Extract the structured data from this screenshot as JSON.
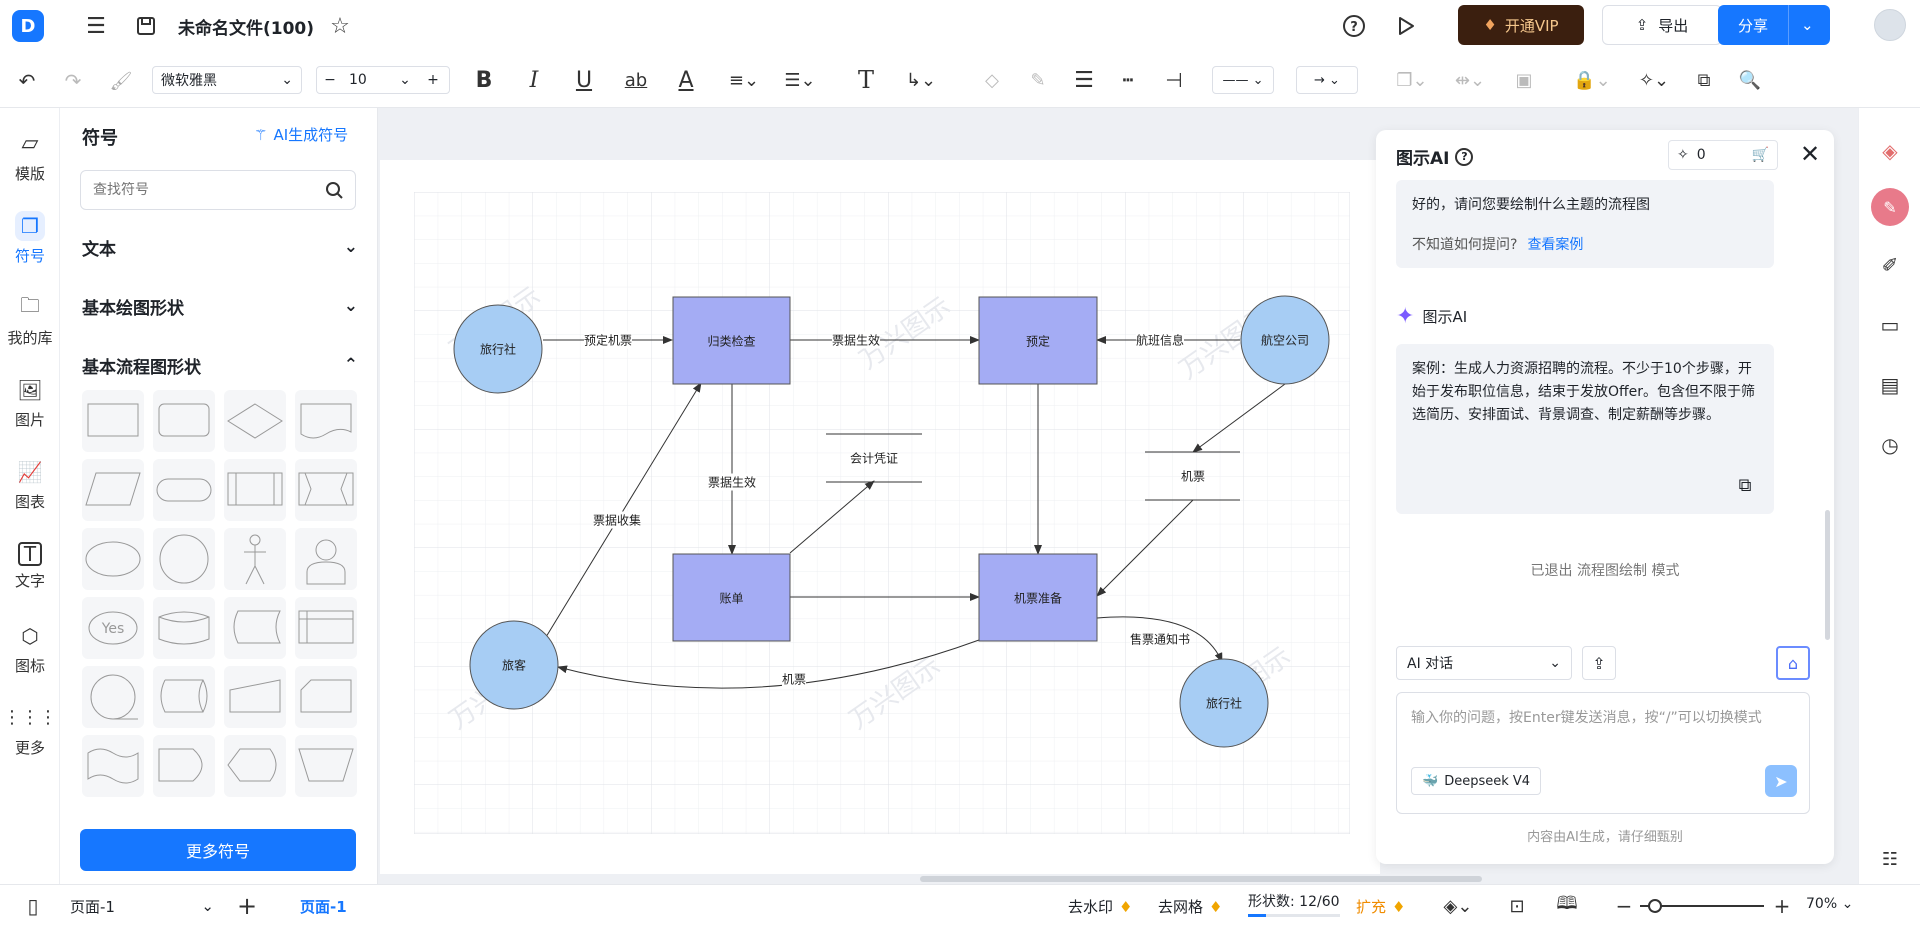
{
  "header": {
    "file_title": "未命名文件(100)",
    "vip_label": "开通VIP",
    "export_label": "导出",
    "share_label": "分享"
  },
  "toolbar": {
    "font_name": "微软雅黑",
    "font_size": "10"
  },
  "leftnav": {
    "items": [
      {
        "label": "模版"
      },
      {
        "label": "符号"
      },
      {
        "label": "我的库"
      },
      {
        "label": "图片"
      },
      {
        "label": "图表"
      },
      {
        "label": "文字"
      },
      {
        "label": "图标"
      },
      {
        "label": "更多"
      }
    ]
  },
  "symbols": {
    "title": "符号",
    "ai_gen": "AI生成符号",
    "search_placeholder": "查找符号",
    "sections": [
      "文本",
      "基本绘图形状",
      "基本流程图形状"
    ],
    "yes_label": "Yes",
    "more_button": "更多符号"
  },
  "diagram": {
    "nodes": {
      "travel_agency_1": "旅行社",
      "sort_check": "归类检查",
      "booking": "预定",
      "airline": "航空公司",
      "voucher": "会计凭证",
      "ticket_store": "机票",
      "bill": "账单",
      "ticket_prep": "机票准备",
      "passenger": "旅客",
      "travel_agency_2": "旅行社"
    },
    "edges": {
      "e1": "预定机票",
      "e2": "票据生效",
      "e3": "航班信息",
      "e4": "票据生效",
      "e5": "票据收集",
      "e6": "机票",
      "e7": "售票通知书"
    },
    "watermark": "万兴图示"
  },
  "ai": {
    "title": "图示AI",
    "credits": "0",
    "greeting": "好的，请问您要绘制什么主题的流程图",
    "hint_prefix": "不知道如何提问?",
    "hint_link": "查看案例",
    "bot_name": "图示AI",
    "example": "案例：生成人力资源招聘的流程。不少于10个步骤，开始于发布职位信息，结束于发放Offer。包含但不限于筛选简历、安排面试、背景调查、制定薪酬等步骤。",
    "status": "已退出 流程图绘制 模式",
    "mode_select": "AI 对话",
    "input_placeholder": "输入你的问题，按Enter键发送消息，按“/”可以切换模式",
    "model": "Deepseek V4",
    "disclaimer": "内容由AI生成，请仔细甄别"
  },
  "status": {
    "page_select": "页面-1",
    "page_tab": "页面-1",
    "watermark_btn": "去水印",
    "grid_btn": "去网格",
    "shape_count": "形状数: 12/60",
    "expand": "扩充",
    "zoom": "70%"
  },
  "colors": {
    "accent": "#1677ff",
    "node_rect": "#a4acf4",
    "node_circle": "#a7cdf4",
    "vip_bg": "#3b1f0f",
    "vip_text": "#f5c78c"
  }
}
